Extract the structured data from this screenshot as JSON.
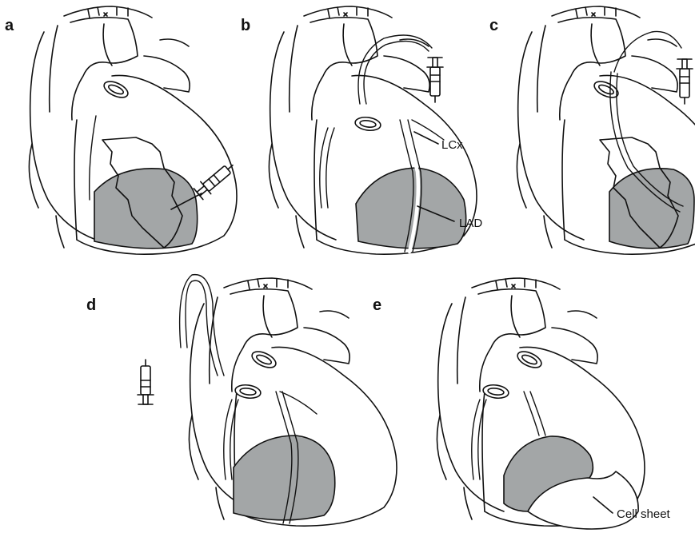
{
  "panels": [
    {
      "letter": "a",
      "labels": []
    },
    {
      "letter": "b",
      "labels": [
        "LCx",
        "LAD"
      ]
    },
    {
      "letter": "c",
      "labels": []
    },
    {
      "letter": "d",
      "labels": []
    },
    {
      "letter": "e",
      "labels": [
        "Cell sheet"
      ]
    }
  ],
  "colors": {
    "background": "#ffffff",
    "line": "#111111",
    "shaded_region": "#a3a6a7"
  },
  "icons": [
    "heart-icon",
    "syringe-icon",
    "catheter-icon",
    "cell-sheet-icon"
  ]
}
